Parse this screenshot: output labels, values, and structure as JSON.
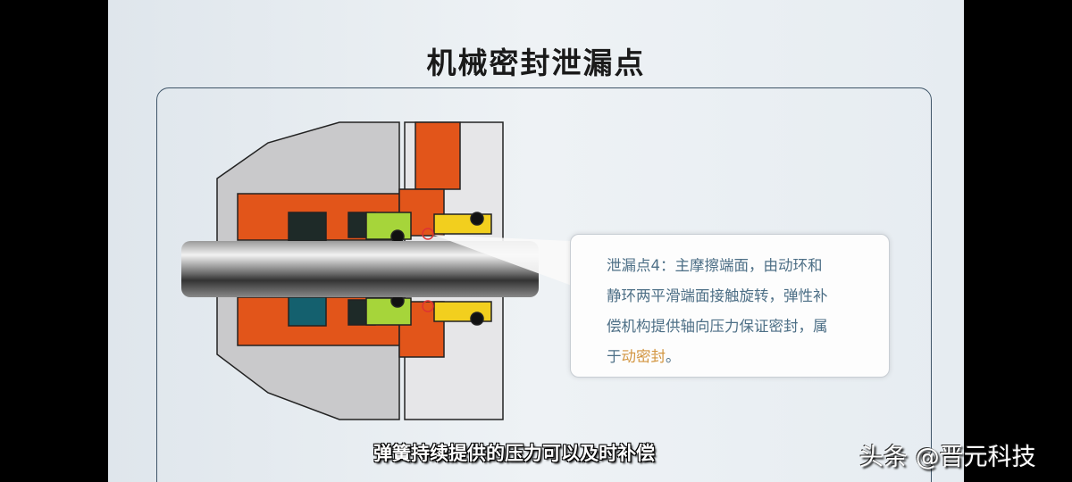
{
  "slide": {
    "title": "机械密封泄漏点",
    "callout": {
      "line1": "泄漏点4：主摩擦端面，由动环和",
      "line2": "静环两平滑端面接触旋转，弹性补",
      "line3": "偿机构提供轴向压力保证密封，属",
      "line4_prefix": "于",
      "line4_highlight": "动密封",
      "line4_suffix": "。"
    }
  },
  "subtitle": "弹簧持续提供的压力可以及时补偿",
  "brand_watermark": "头条 @晋元科技",
  "colors": {
    "orange": "#e2551a",
    "green": "#a6d53a",
    "yellow": "#f2cf1e",
    "gray": "#c9c9cb",
    "highlight": "#d29540",
    "text": "#4d6f86"
  }
}
